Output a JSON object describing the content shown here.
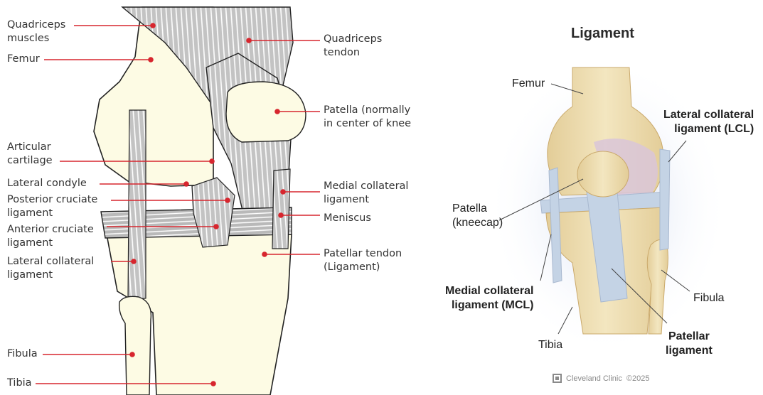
{
  "left_diagram": {
    "labels": {
      "quadriceps_muscles": [
        "Quadriceps",
        "muscles"
      ],
      "femur": "Femur",
      "articular_cartilage": [
        "Articular",
        "cartilage"
      ],
      "lateral_condyle": "Lateral condyle",
      "posterior_cruciate": [
        "Posterior cruciate",
        "ligament"
      ],
      "anterior_cruciate": [
        "Anterior cruciate",
        "ligament"
      ],
      "lateral_collateral": [
        "Lateral collateral",
        "ligament"
      ],
      "fibula": "Fibula",
      "tibia": "Tibia",
      "quadriceps_tendon": [
        "Quadriceps",
        "tendon"
      ],
      "patella": [
        "Patella (normally",
        "in center of knee"
      ],
      "medial_collateral": [
        "Medial collateral",
        "ligament"
      ],
      "meniscus": "Meniscus",
      "patellar_tendon": [
        "Patellar tendon",
        "(Ligament)"
      ]
    },
    "colors": {
      "bone": "#fdfbe4",
      "tendon_fill": "#bdbdbd",
      "leader_line": "#d7262e",
      "outline": "#222222"
    }
  },
  "right_diagram": {
    "title": "Ligament",
    "labels": {
      "femur": "Femur",
      "lcl": [
        "Lateral collateral",
        "ligament (LCL)"
      ],
      "patella": [
        "Patella",
        "(kneecap)"
      ],
      "mcl": [
        "Medial collateral",
        "ligament (MCL)"
      ],
      "tibia": "Tibia",
      "fibula": "Fibula",
      "patellar_ligament": [
        "Patellar",
        "ligament"
      ]
    },
    "credit": {
      "brand": "Cleveland Clinic",
      "copyright": "©2025"
    },
    "colors": {
      "bone": "#eddcb0",
      "cartilage": "#d9c6d8",
      "ligament": "#c4d3e5",
      "glow": "#c9d5ef"
    }
  }
}
